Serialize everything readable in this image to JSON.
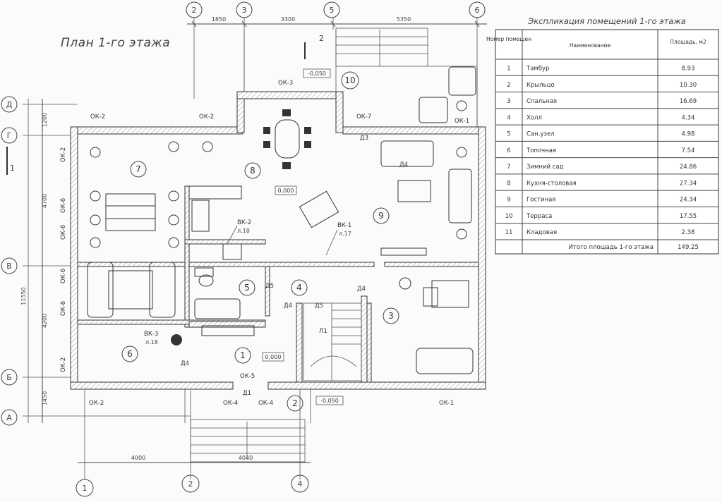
{
  "title": "План 1-го этажа",
  "axes_top": [
    "2",
    "3",
    "5",
    "6"
  ],
  "axes_bottom": [
    "1",
    "2",
    "4"
  ],
  "axes_left": [
    "Д",
    "Г",
    "В",
    "Б",
    "А"
  ],
  "dims_top": [
    "1850",
    "3300",
    "5350"
  ],
  "dims_bottom": [
    "4000",
    "4040"
  ],
  "dims_left": [
    "1200",
    "4700",
    "11550",
    "4200",
    "1450"
  ],
  "rooms": [
    "1",
    "2",
    "3",
    "4",
    "5",
    "6",
    "7",
    "8",
    "9",
    "10"
  ],
  "levels": [
    "-0,050",
    "0,000",
    "0,000",
    "-0,050"
  ],
  "openings": [
    "ОК-3",
    "ОК-2",
    "ОК-2",
    "ОК-7",
    "ОК-1",
    "ОК-2",
    "ОК-6",
    "ОК-6",
    "ОК-6",
    "ОК-6",
    "ОК-2",
    "ОК-2",
    "ОК-4",
    "ОК-4",
    "ОК-5",
    "ОК-1"
  ],
  "doors": [
    "Д3",
    "Д5",
    "Д4",
    "Д4",
    "Д5",
    "Д4",
    "Д4",
    "Д1"
  ],
  "risers": [
    {
      "name": "ВК-2",
      "sub": "л.18"
    },
    {
      "name": "ВК-1",
      "sub": "л.17"
    },
    {
      "name": "ВК-3",
      "sub": "л.18"
    }
  ],
  "stair_label": "Л1",
  "section_mark": "2",
  "section_left": "1",
  "explication": {
    "title": "Экспликация помещений 1-го этажа",
    "header": {
      "num": "Номер помещен",
      "name": "Наименование",
      "area": "Площадь, м2"
    },
    "rows": [
      {
        "num": "1",
        "name": "Тамбур",
        "area": "8.93"
      },
      {
        "num": "2",
        "name": "Крыльцо",
        "area": "10.30"
      },
      {
        "num": "3",
        "name": "Спальная",
        "area": "16.69"
      },
      {
        "num": "4",
        "name": "Холл",
        "area": "4.34"
      },
      {
        "num": "5",
        "name": "Сан.узел",
        "area": "4.98"
      },
      {
        "num": "6",
        "name": "Топочная",
        "area": "7.54"
      },
      {
        "num": "7",
        "name": "Зимний сад",
        "area": "24.86"
      },
      {
        "num": "8",
        "name": "Кухня-столовая",
        "area": "27.34"
      },
      {
        "num": "9",
        "name": "Гостиная",
        "area": "24.34"
      },
      {
        "num": "10",
        "name": "Терраса",
        "area": "17.55"
      },
      {
        "num": "11",
        "name": "Кладовая",
        "area": "2.38"
      }
    ],
    "total_label": "Итого площадь 1-го этажа",
    "total": "149.25"
  }
}
